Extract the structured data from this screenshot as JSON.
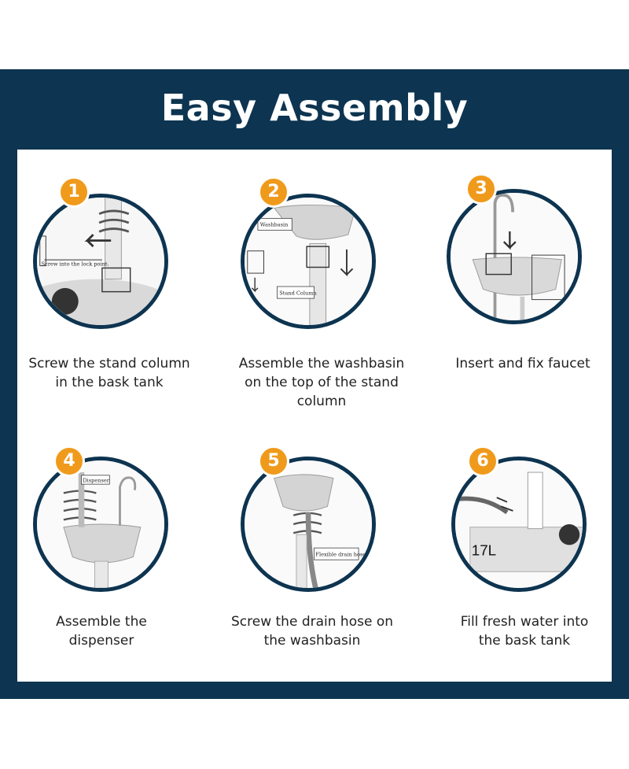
{
  "header": {
    "title": "Easy Assembly"
  },
  "colors": {
    "navy": "#0d3450",
    "badge_orange": "#f09a1c",
    "panel_white": "#ffffff"
  },
  "steps": [
    {
      "number": "1",
      "caption_lines": [
        "Screw the stand column",
        "in the bask tank"
      ],
      "image_labels": [
        "Screw into the lock point."
      ]
    },
    {
      "number": "2",
      "caption_lines": [
        "Assemble the washbasin",
        "on the top of the stand",
        "column"
      ],
      "image_labels": [
        "Washbasin",
        "Stand Column"
      ]
    },
    {
      "number": "3",
      "caption_lines": [
        "Insert and fix faucet"
      ],
      "image_labels": []
    },
    {
      "number": "4",
      "caption_lines": [
        "Assemble the",
        "dispenser"
      ],
      "image_labels": [
        "Dispenser"
      ]
    },
    {
      "number": "5",
      "caption_lines": [
        "Screw the drain hose on",
        "the washbasin"
      ],
      "image_labels": [
        "Flexible drain hose"
      ]
    },
    {
      "number": "6",
      "caption_lines": [
        "Fill fresh water into",
        "the bask tank"
      ],
      "image_labels": [
        "17L"
      ]
    }
  ]
}
